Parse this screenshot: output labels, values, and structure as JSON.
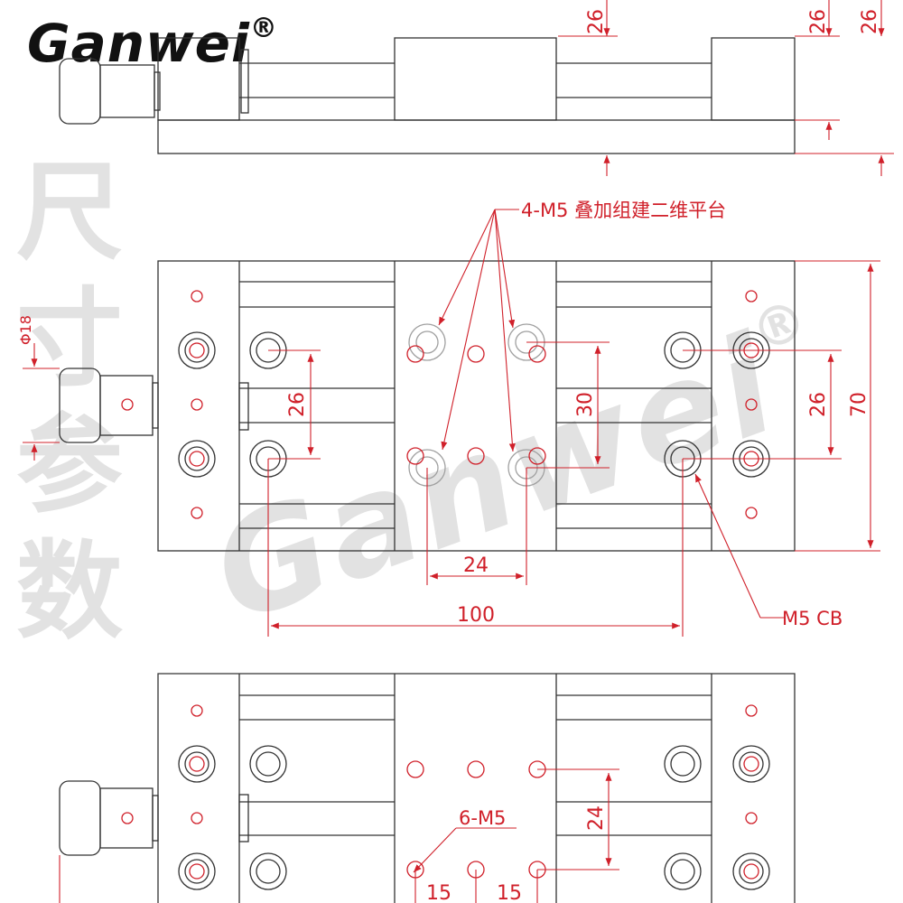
{
  "brand": {
    "logo_text": "Ganwei",
    "registered_mark": "®",
    "watermark_side_chars": [
      "尺",
      "寸",
      "参",
      "数"
    ],
    "watermark_big": "Ganwei",
    "watermark_mark": "®"
  },
  "annotations": {
    "overlay_holes": "4-M5 叠加组建二维平台",
    "counterbore": "M5 CB",
    "diameter": "Φ18",
    "holes_bottom": "6-M5"
  },
  "dimensions": {
    "top_view": [
      "26",
      "26",
      "26"
    ],
    "dim_26_left": "26",
    "dim_30": "30",
    "dim_26_right": "26",
    "dim_70": "70",
    "dim_24_horizontal": "24",
    "dim_100": "100",
    "dim_24_vertical": "24",
    "dim_15_left": "15",
    "dim_15_right": "15"
  },
  "colors": {
    "drawing_line": "#333333",
    "dimension": "#d0202a",
    "background": "#ffffff",
    "watermark": "#d9d9d9",
    "overlay_hole": "#a0a0a0"
  }
}
